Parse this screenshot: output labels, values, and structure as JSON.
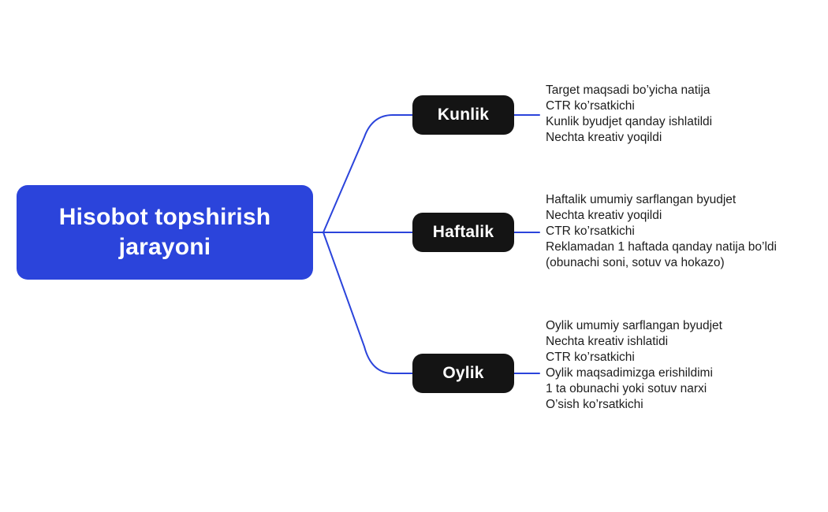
{
  "colors": {
    "accent_blue": "#2b44db",
    "line_blue": "#2b44db",
    "node_black": "#141414",
    "text_dark": "#1d1d1d",
    "background": "#ffffff"
  },
  "root": {
    "title_line1": "Hisobot topshirish",
    "title_line2": "jarayoni"
  },
  "branches": [
    {
      "label": "Kunlik",
      "items": [
        "Target maqsadi bo’yicha natija",
        "CTR ko’rsatkichi",
        "Kunlik byudjet qanday ishlatildi",
        "Nechta kreativ yoqildi"
      ]
    },
    {
      "label": "Haftalik",
      "items": [
        "Haftalik umumiy sarflangan byudjet",
        "Nechta kreativ yoqildi",
        "CTR ko’rsatkichi",
        "Reklamadan 1 haftada qanday natija bo’ldi",
        "(obunachi soni, sotuv va hokazo)"
      ]
    },
    {
      "label": "Oylik",
      "items": [
        "Oylik umumiy sarflangan byudjet",
        "Nechta kreativ ishlatidi",
        "CTR ko’rsatkichi",
        "Oylik maqsadimizga erishildimi",
        "1 ta obunachi yoki sotuv narxi",
        "O’sish ko’rsatkichi"
      ]
    }
  ]
}
